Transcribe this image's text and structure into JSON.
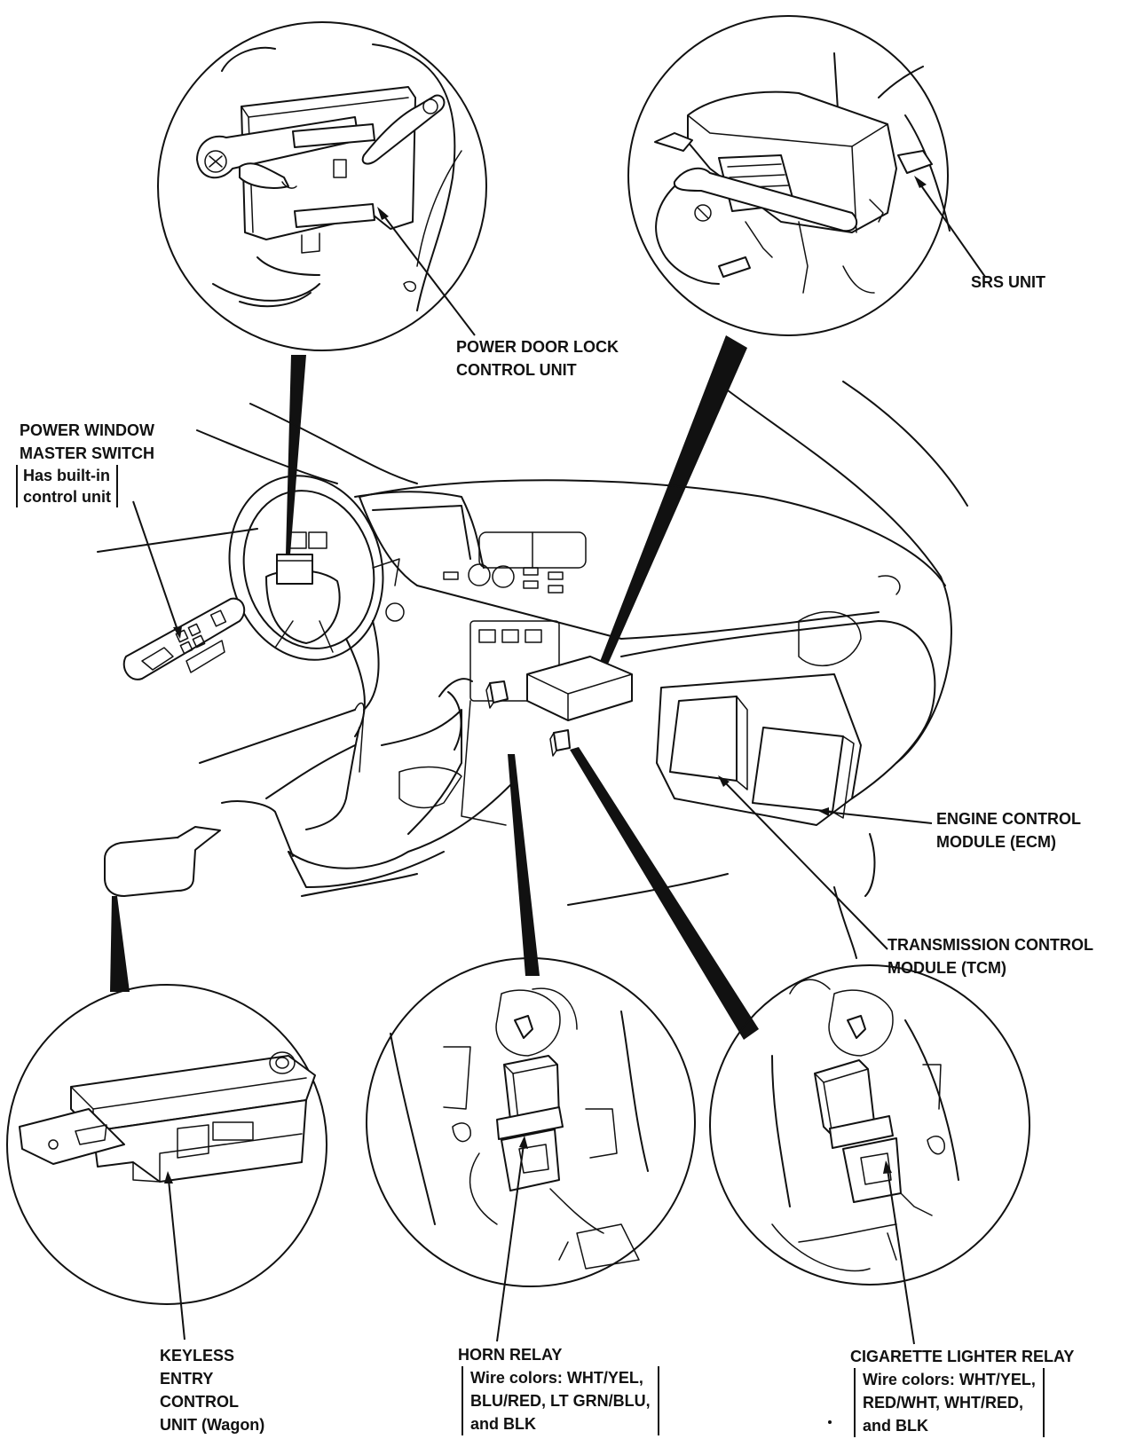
{
  "labels": {
    "srs_unit": "SRS UNIT",
    "power_door_lock": [
      "POWER DOOR LOCK",
      "CONTROL UNIT"
    ],
    "power_window": [
      "POWER WINDOW",
      "MASTER SWITCH"
    ],
    "power_window_note": [
      "Has built-in",
      "control unit"
    ],
    "ecm": [
      "ENGINE CONTROL",
      "MODULE (ECM)"
    ],
    "tcm": [
      "TRANSMISSION CONTROL",
      "MODULE (TCM)"
    ],
    "keyless": [
      "KEYLESS",
      "ENTRY",
      "CONTROL",
      "UNIT (Wagon)"
    ],
    "horn_relay": "HORN RELAY",
    "horn_relay_wires": [
      "Wire colors: WHT/YEL,",
      "BLU/RED, LT GRN/BLU,",
      "and BLK"
    ],
    "cig_relay": "CIGARETTE LIGHTER RELAY",
    "cig_relay_wires": [
      "Wire colors: WHT/YEL,",
      "RED/WHT, WHT/RED,",
      "and BLK"
    ]
  }
}
